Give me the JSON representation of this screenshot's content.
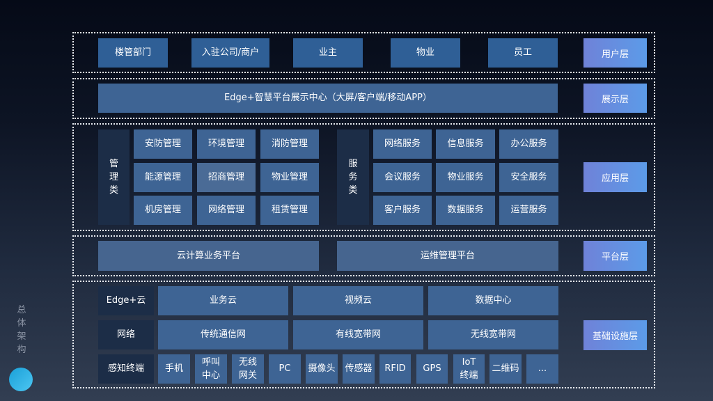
{
  "side": {
    "title_chars": [
      "总",
      "体",
      "架",
      "构"
    ]
  },
  "layers": {
    "user": {
      "label": "用户层",
      "items": [
        "楼管部门",
        "入驻公司/商户",
        "业主",
        "物业",
        "员工"
      ]
    },
    "display": {
      "label": "展示层",
      "items": [
        "Edge+智慧平台展示中心（大屏/客户端/移动APP）"
      ]
    },
    "application": {
      "label": "应用层",
      "management": {
        "category": [
          "管",
          "理",
          "类"
        ],
        "items": [
          "安防管理",
          "环境管理",
          "消防管理",
          "能源管理",
          "招商管理",
          "物业管理",
          "机房管理",
          "网络管理",
          "租赁管理"
        ]
      },
      "service": {
        "category": [
          "服",
          "务",
          "类"
        ],
        "items": [
          "网络服务",
          "信息服务",
          "办公服务",
          "会议服务",
          "物业服务",
          "安全服务",
          "客户服务",
          "数据服务",
          "运营服务"
        ]
      }
    },
    "platform": {
      "label": "平台层",
      "items": [
        "云计算业务平台",
        "运维管理平台"
      ]
    },
    "infrastructure": {
      "label": "基础设施层",
      "rows": [
        {
          "head": "Edge+云",
          "items": [
            "业务云",
            "视频云",
            "数据中心"
          ]
        },
        {
          "head": "网络",
          "items": [
            "传统通信网",
            "有线宽带网",
            "无线宽带网"
          ]
        },
        {
          "head": "感知终端",
          "items": [
            [
              "手机"
            ],
            [
              "呼叫",
              "中心"
            ],
            [
              "无线",
              "网关"
            ],
            [
              "PC"
            ],
            [
              "摄像头"
            ],
            [
              "传感器"
            ],
            [
              "RFID"
            ],
            [
              "GPS"
            ],
            [
              "IoT",
              "终端"
            ],
            [
              "二维码"
            ],
            [
              "..."
            ]
          ]
        }
      ]
    }
  },
  "colors": {
    "box": "#3e6494",
    "box_top": "#2f5f96",
    "category": "#1c2d47",
    "label_gradient_start": "#6f82d8",
    "label_gradient_end": "#5c9be8",
    "side_dot": "#29b0e4"
  }
}
